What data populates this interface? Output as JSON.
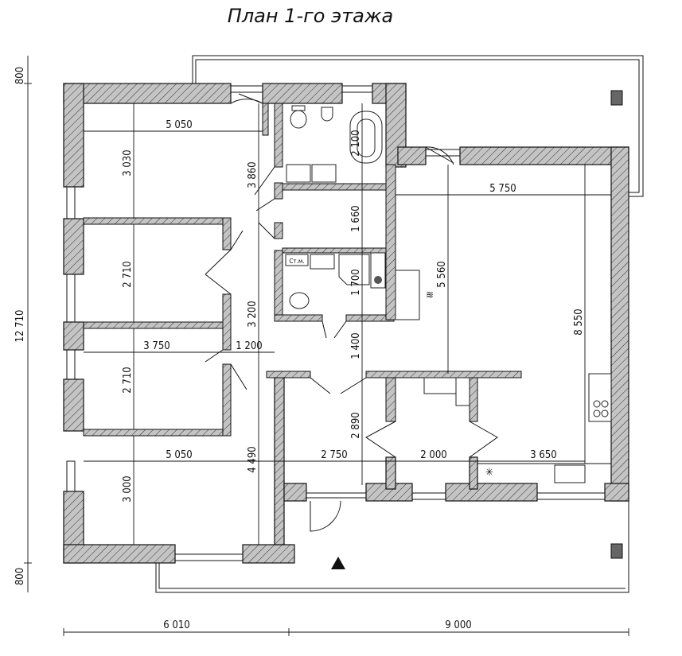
{
  "title": "План 1-го этажа",
  "dimensions": {
    "left_top": "800",
    "left_total": "12 710",
    "left_bottom": "800",
    "bedroom1_width": "5 050",
    "bedroom1_depth": "3 030",
    "hall_upper": "3 860",
    "bath_depth": "2 100",
    "living_width": "5 750",
    "dressing_depth": "1 660",
    "bedroom2_depth": "2 710",
    "wc_depth": "1 700",
    "living_inner_depth": "5 560",
    "corridor_depth": "3 200",
    "bedroom3_width": "3 750",
    "corridor_width": "1 200",
    "hall_gap": "1 400",
    "living_total_depth": "8 550",
    "bedroom3_depth": "2 710",
    "hall_lower": "2 890",
    "bedroom4_width": "5 050",
    "bedroom4_side": "4 490",
    "vestibule_width": "2 750",
    "pantry_width": "2 000",
    "kitchen_width": "3 650",
    "bedroom4_depth": "3 000",
    "bottom_left": "6 010",
    "bottom_right": "9 000"
  },
  "labels": {
    "washer": "Ст.м.",
    "radiator_symbol": "≋",
    "fan_symbol": "✳"
  }
}
